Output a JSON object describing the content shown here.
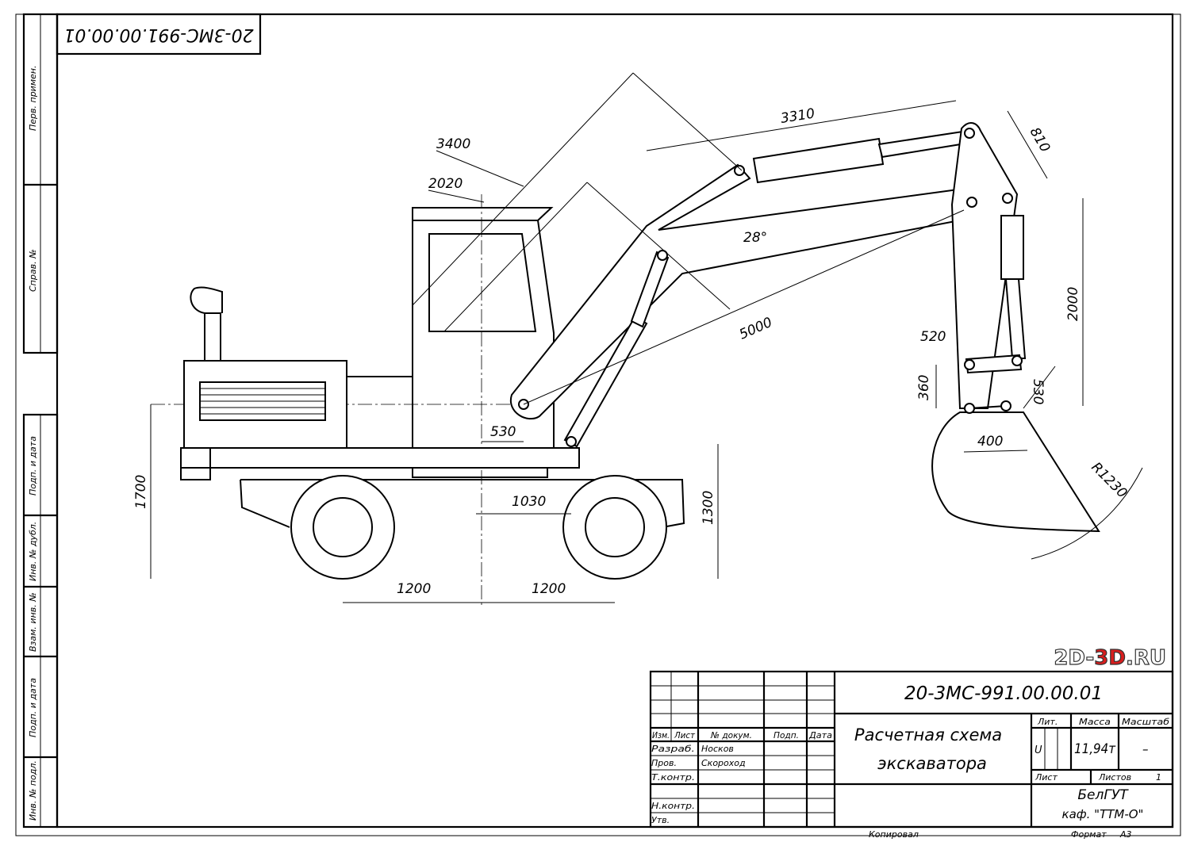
{
  "drawing": {
    "stamp_code": "20-3МС-991.00.00.01",
    "side_labels": [
      "Перв. примен.",
      "Справ. №",
      "Подп. и дата",
      "Инв. № дубл.",
      "Взам. инв. №",
      "Подп. и дата",
      "Инв. № подл."
    ],
    "dimensions": {
      "d3400": "3400",
      "d2020": "2020",
      "d3310": "3310",
      "d810": "810",
      "d28": "28°",
      "d5000": "5000",
      "d2000": "2000",
      "d520": "520",
      "d360": "360",
      "d530b": "530",
      "d400": "400",
      "dR1230": "R1230",
      "d530": "530",
      "d1030": "1030",
      "d1700": "1700",
      "d1300": "1300",
      "d1200a": "1200",
      "d1200b": "1200"
    }
  },
  "title_block": {
    "designation": "20-3МС-991.00.00.01",
    "name_line1": "Расчетная схема",
    "name_line2": "экскаватора",
    "headers": {
      "izm": "Изм.",
      "list": "Лист",
      "doc": "№ докум.",
      "sign": "Подп.",
      "date": "Дата"
    },
    "roles": [
      {
        "role": "Разраб.",
        "person": "Носков"
      },
      {
        "role": "Пров.",
        "person": "Скороход"
      },
      {
        "role": "Т.контр.",
        "person": ""
      },
      {
        "role": "Н.контр.",
        "person": ""
      },
      {
        "role": "Утв.",
        "person": ""
      }
    ],
    "lit_label": "Лит.",
    "mass_label": "Масса",
    "scale_label": "Масштаб",
    "lit_value": "U",
    "mass_value": "11,94т",
    "scale_value": "–",
    "sheet_label": "Лист",
    "sheets_label": "Листов",
    "sheets_value": "1",
    "org_line1": "БелГУТ",
    "org_line2": "каф. \"ТТМ-О\"",
    "copied_label": "Копировал",
    "format_label": "Формат",
    "format_value": "А3"
  },
  "watermark": {
    "text1": "2D-",
    "text2": "3D",
    "text3": ".RU",
    "colors": {
      "main": "#ffffff",
      "accent": "#d81e1e"
    }
  }
}
